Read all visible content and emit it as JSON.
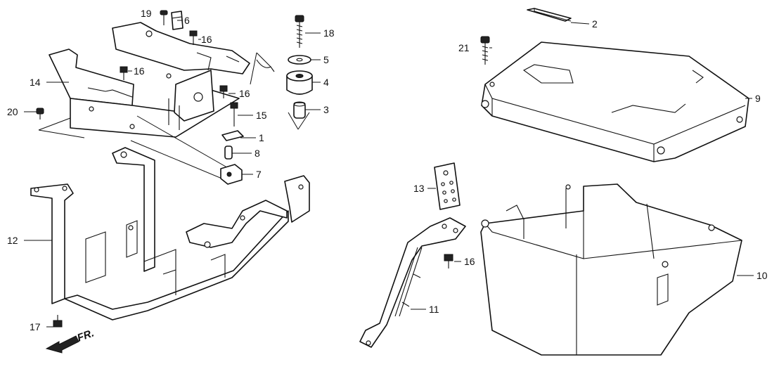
{
  "callouts": {
    "c1": "1",
    "c2": "2",
    "c3": "3",
    "c4": "4",
    "c5": "5",
    "c6": "6",
    "c7": "7",
    "c8": "8",
    "c9": "9",
    "c10": "10",
    "c11": "11",
    "c12": "12",
    "c13": "13",
    "c14": "14",
    "c15": "15",
    "c16a": "16",
    "c16b": "16",
    "c16c": "16",
    "c16d": "16",
    "c17": "17",
    "c18": "18",
    "c19": "19",
    "c20": "20",
    "c21": "21"
  },
  "direction": {
    "label": "FR."
  }
}
